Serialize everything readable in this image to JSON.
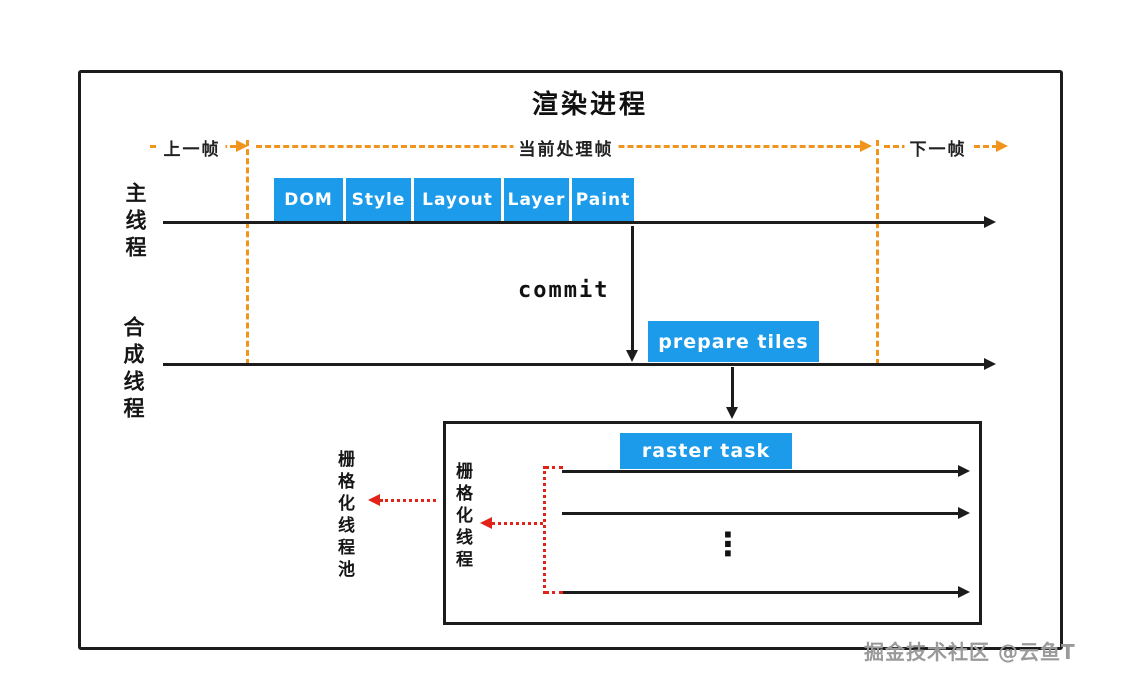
{
  "title": "渲染进程",
  "timeline": {
    "prev_frame": "上一帧",
    "current_frame": "当前处理帧",
    "next_frame": "下一帧"
  },
  "threads": {
    "main": "主线程",
    "compositor": "合成线程"
  },
  "pipeline_stages": [
    "DOM",
    "Style",
    "Layout",
    "Layer",
    "Paint"
  ],
  "labels": {
    "commit": "commit",
    "prepare_tiles": "prepare tiles",
    "raster_task": "raster task",
    "raster_thread_pool": "栅格化线程池",
    "raster_thread": "栅格化线程",
    "ellipsis": "⋮"
  },
  "watermark": "掘金技术社区 @云鱼T",
  "colors": {
    "stage_blue": "#1b9bea",
    "timeline_orange": "#f0941d",
    "raster_red": "#e2231a",
    "ink_black": "#1c1c1c",
    "watermark_gray": "#9a9a9a"
  }
}
